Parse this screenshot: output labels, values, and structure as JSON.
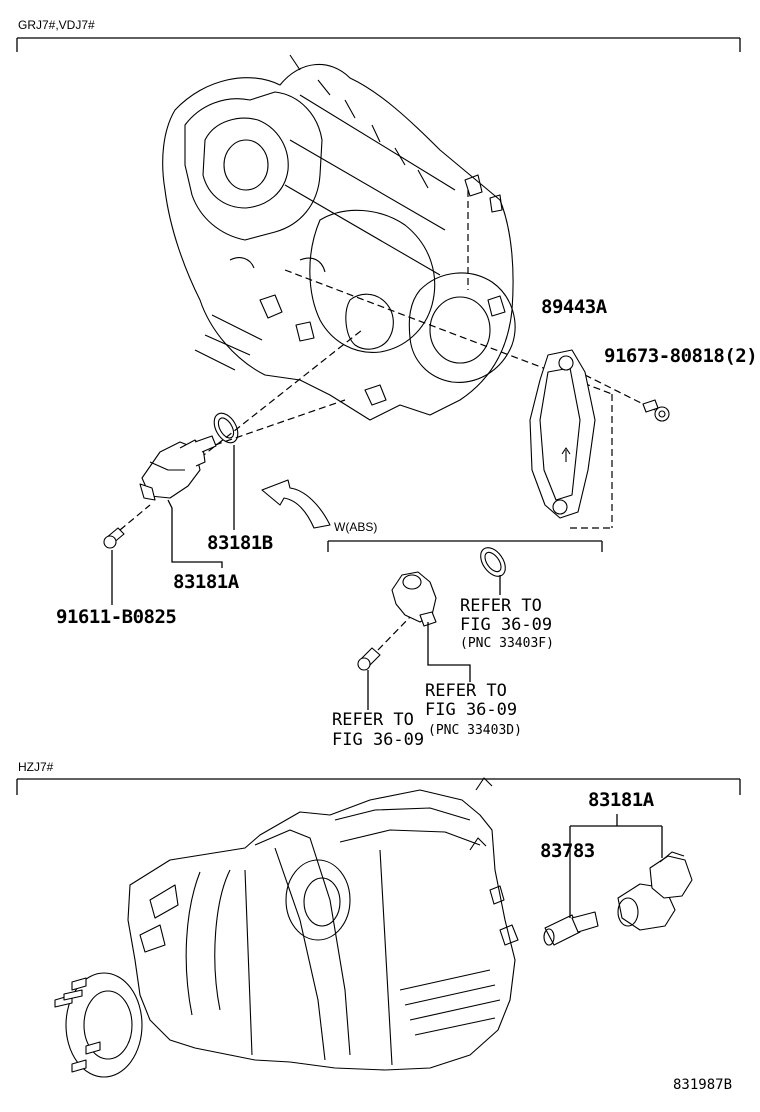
{
  "sections": {
    "top": {
      "label": "GRJ7#,VDJ7#"
    },
    "bottom": {
      "label": "HZJ7#"
    }
  },
  "subsection": {
    "label": "W(ABS)"
  },
  "parts": {
    "p89443a": "89443A",
    "p91673": "91673-80818(2)",
    "p83181b": "83181B",
    "p83181a_top": "83181A",
    "p91611": "91611-B0825",
    "p83181a_bottom": "83181A",
    "p83783": "83783"
  },
  "refs": {
    "ref1": {
      "line1": "REFER TO",
      "line2": "FIG 36-09",
      "pnc": "(PNC 33403F)"
    },
    "ref2": {
      "line1": "REFER TO",
      "line2": "FIG 36-09",
      "pnc": "(PNC 33403D)"
    },
    "ref3": {
      "line1": "REFER TO",
      "line2": "FIG 36-09"
    }
  },
  "footer": {
    "code": "831987B"
  }
}
